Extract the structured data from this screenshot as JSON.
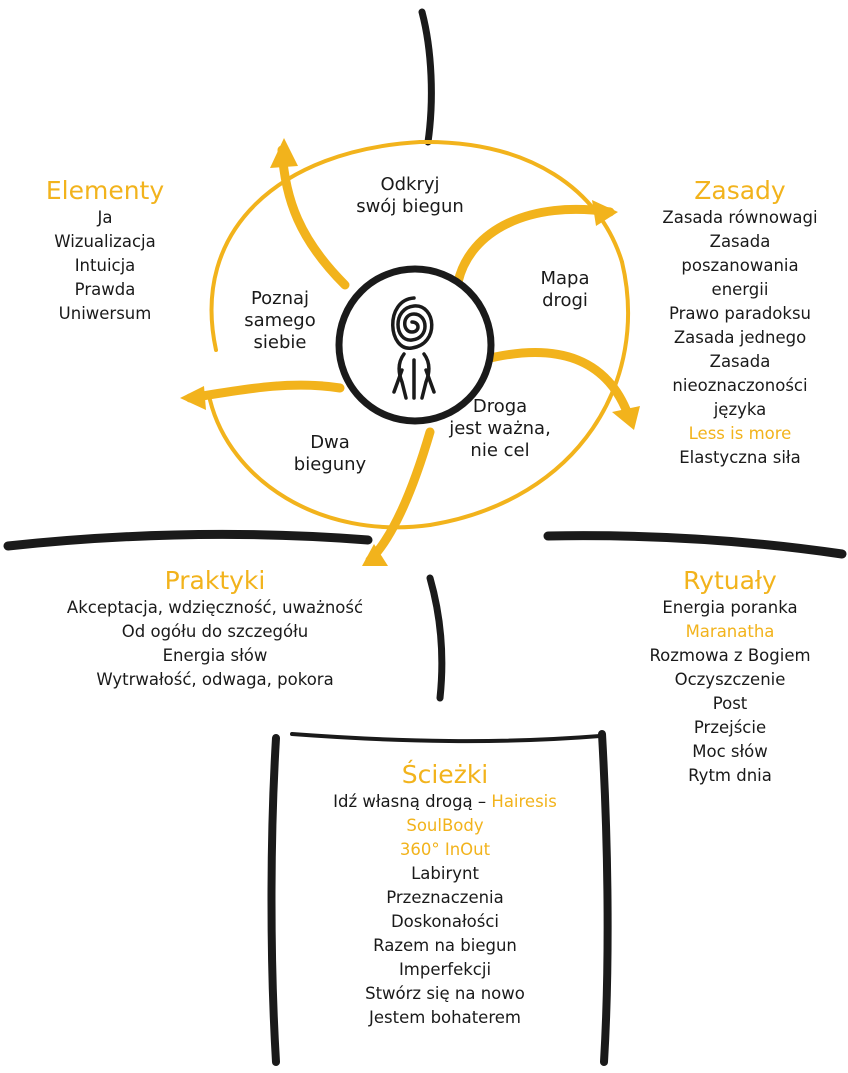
{
  "colors": {
    "accent": "#f2b31c",
    "ink": "#1a1a1a",
    "background": "#ffffff"
  },
  "wheel": {
    "center_icon": "spiral-figure-icon",
    "segments": [
      {
        "lines": [
          "Odkryj",
          "swój biegun"
        ]
      },
      {
        "lines": [
          "Mapa",
          "drogi"
        ]
      },
      {
        "lines": [
          "Droga",
          "jest ważna,",
          "nie cel"
        ]
      },
      {
        "lines": [
          "Dwa",
          "biegunу"
        ]
      },
      {
        "lines": [
          "Poznaj",
          "samego",
          "siebie"
        ]
      }
    ]
  },
  "elementy": {
    "title": "Elementy",
    "items": [
      "Ja",
      "Wizualizacja",
      "Intuicja",
      "Prawda",
      "Uniwersum"
    ]
  },
  "zasady": {
    "title": "Zasady",
    "items": [
      {
        "text": "Zasada równowagi"
      },
      {
        "text": "Zasada"
      },
      {
        "text": "poszanowania"
      },
      {
        "text": "energii"
      },
      {
        "text": "Prawo paradoksu"
      },
      {
        "text": "Zasada jednego"
      },
      {
        "text": "Zasada"
      },
      {
        "text": "nieoznaczoności"
      },
      {
        "text": "języka"
      },
      {
        "text": "Less is more",
        "highlight": true
      },
      {
        "text": "Elastyczna siła"
      }
    ]
  },
  "praktyki": {
    "title": "Praktyki",
    "items": [
      "Akceptacja, wdzięczność, uważność",
      "Od ogółu do szczegółu",
      "Energia słów",
      "Wytrwałość, odwaga, pokora"
    ]
  },
  "rytualy": {
    "title": "Rytuały",
    "items": [
      {
        "text": "Energia poranka"
      },
      {
        "text": "Maranatha",
        "highlight": true
      },
      {
        "text": "Rozmowa z Bogiem"
      },
      {
        "text": "Oczyszczenie"
      },
      {
        "text": "Post"
      },
      {
        "text": "Przejście"
      },
      {
        "text": "Moc słów"
      },
      {
        "text": "Rytm dnia"
      }
    ]
  },
  "sciezki": {
    "title": "Ścieżki",
    "first_line": "Idź własną drogą –",
    "first_line_accent": "Hairesis",
    "items": [
      {
        "text": "SoulBody",
        "highlight": true
      },
      {
        "text": "360° InOut",
        "highlight": true
      },
      {
        "text": "Labirynt"
      },
      {
        "text": "Przeznaczenia"
      },
      {
        "text": "Doskonałości"
      },
      {
        "text": "Razem na biegun"
      },
      {
        "text": "Imperfekcji"
      },
      {
        "text": "Stwórz się na nowo"
      },
      {
        "text": "Jestem bohaterem"
      }
    ]
  }
}
